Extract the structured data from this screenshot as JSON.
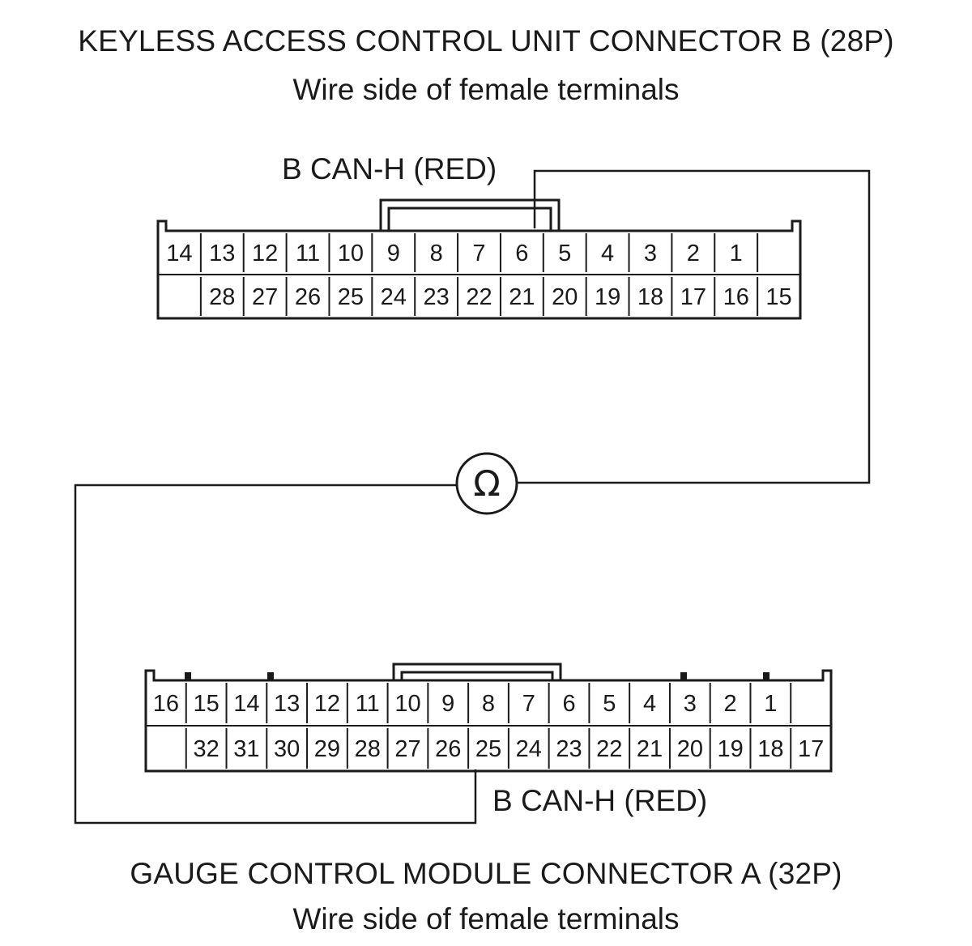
{
  "top_connector": {
    "title": "KEYLESS ACCESS CONTROL UNIT CONNECTOR B (28P)",
    "subtitle": "Wire side of female terminals",
    "wire_label": "B CAN-H (RED)",
    "row1": [
      "14",
      "13",
      "12",
      "11",
      "10",
      "9",
      "8",
      "7",
      "6",
      "5",
      "4",
      "3",
      "2",
      "1",
      ""
    ],
    "row2": [
      "",
      "28",
      "27",
      "26",
      "25",
      "24",
      "23",
      "22",
      "21",
      "20",
      "19",
      "18",
      "17",
      "16",
      "15"
    ],
    "probe_terminal": "6"
  },
  "meter": {
    "symbol": "Ω"
  },
  "bottom_connector": {
    "title": "GAUGE CONTROL MODULE CONNECTOR A (32P)",
    "subtitle": "Wire side of female terminals",
    "wire_label": "B CAN-H (RED)",
    "row1": [
      "16",
      "15",
      "14",
      "13",
      "12",
      "11",
      "10",
      "9",
      "8",
      "7",
      "6",
      "5",
      "4",
      "3",
      "2",
      "1",
      ""
    ],
    "row2": [
      "",
      "32",
      "31",
      "30",
      "29",
      "28",
      "27",
      "26",
      "25",
      "24",
      "23",
      "22",
      "21",
      "20",
      "19",
      "18",
      "17"
    ],
    "probe_terminal": "25"
  },
  "colors": {
    "line": "#1a1a1a",
    "background": "#ffffff"
  }
}
